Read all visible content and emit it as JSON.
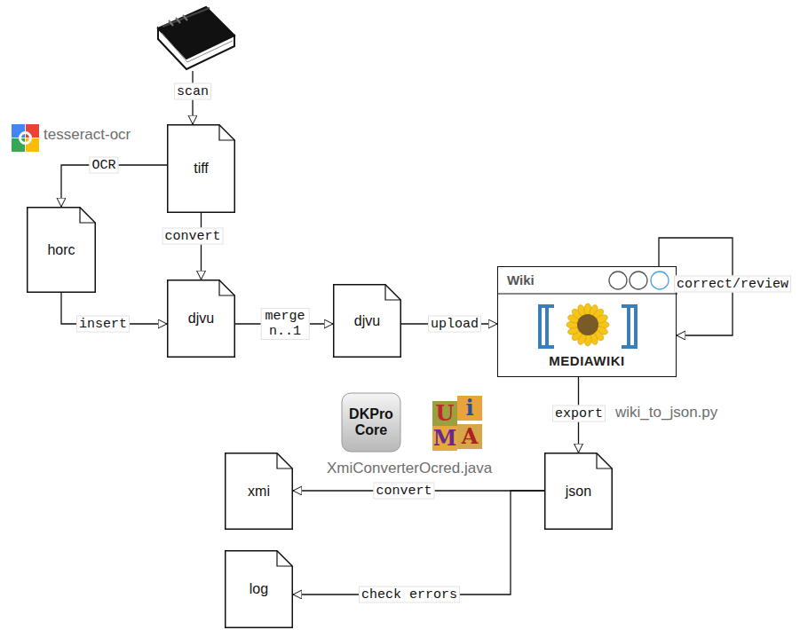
{
  "diagram": {
    "nodes": [
      {
        "text": [
          "tiff"
        ]
      },
      {
        "text": [
          "horc"
        ]
      },
      {
        "text": [
          "djvu"
        ]
      },
      {
        "text": [
          "djvu"
        ]
      },
      {
        "text": [
          "Wiki",
          "MEDIAWIKI"
        ]
      },
      {
        "text": [
          "json"
        ]
      },
      {
        "text": [
          "xmi"
        ]
      },
      {
        "text": [
          "log"
        ]
      }
    ],
    "edges": [
      {
        "from": 0,
        "to": 1,
        "label": "OCR",
        "arrow": "to"
      },
      {
        "from": 0,
        "to": 2,
        "label": "convert",
        "arrow": "to"
      },
      {
        "from": 1,
        "to": 2,
        "label": "insert",
        "arrow": "to"
      },
      {
        "from": 2,
        "to": 3,
        "label": "merge n..1",
        "arrow": "to"
      },
      {
        "from": 3,
        "to": 4,
        "label": "upload",
        "arrow": "to"
      },
      {
        "from": 4,
        "to": 4,
        "label": "correct/review",
        "arrow": "to"
      },
      {
        "from": 4,
        "to": 5,
        "label": "export",
        "arrow": "to"
      },
      {
        "from": 5,
        "to": 6,
        "label": "convert",
        "arrow": "to"
      },
      {
        "from": 5,
        "to": 7,
        "label": "check errors",
        "arrow": "to"
      }
    ],
    "labels": [
      "scan",
      "tesseract-ocr",
      "DKPro Core",
      "U",
      "i",
      "M",
      "A",
      "wiki_to_json.py",
      "XmiConverterOcred.java"
    ]
  }
}
